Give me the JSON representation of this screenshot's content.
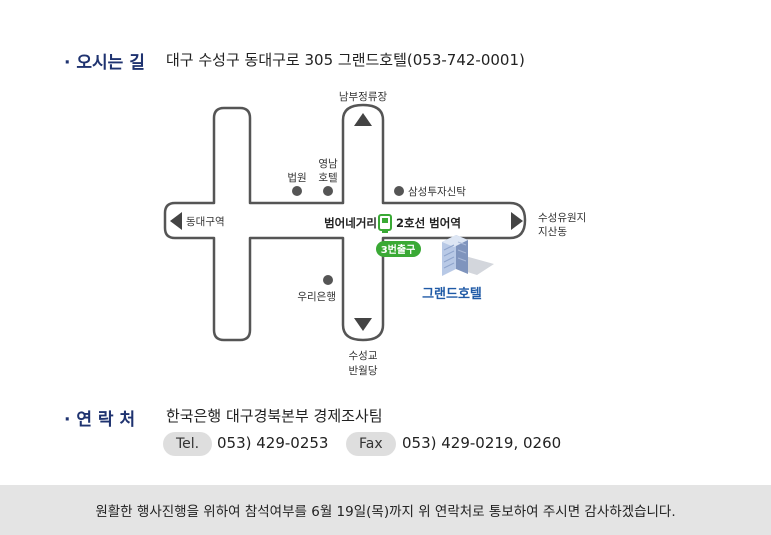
{
  "directions": {
    "title": "· 오시는 길",
    "address": "대구 수성구 동대구로 305 그랜드호텔(053-742-0001)"
  },
  "map": {
    "labels": {
      "north": "남부정류장",
      "south_line1": "수성교",
      "south_line2": "반월당",
      "west": "동대구역",
      "east_line1": "수성유원지",
      "east_line2": "지산동",
      "court": "법원",
      "yeongnam_line1": "영남",
      "yeongnam_line2": "호텔",
      "samsung": "삼성투자신탁",
      "crossroad": "범어네거리",
      "station": "2호선 범어역",
      "exit": "3번출구",
      "woori": "우리은행",
      "hotel": "그랜드호텔"
    },
    "colors": {
      "road_stroke": "#555555",
      "hotel_label": "#1f5aa6",
      "exit_badge": "#3aa935",
      "station_icon": "#3aa935"
    }
  },
  "contact": {
    "title": "· 연 락 처",
    "org": "한국은행 대구경북본부 경제조사팀",
    "tel_label": "Tel.",
    "tel": "053) 429-0253",
    "fax_label": "Fax",
    "fax": "053) 429-0219, 0260"
  },
  "footer": {
    "note": "원활한 행사진행을 위하여 참석여부를 6월 19일(목)까지 위 연락처로 통보하여 주시면 감사하겠습니다."
  }
}
